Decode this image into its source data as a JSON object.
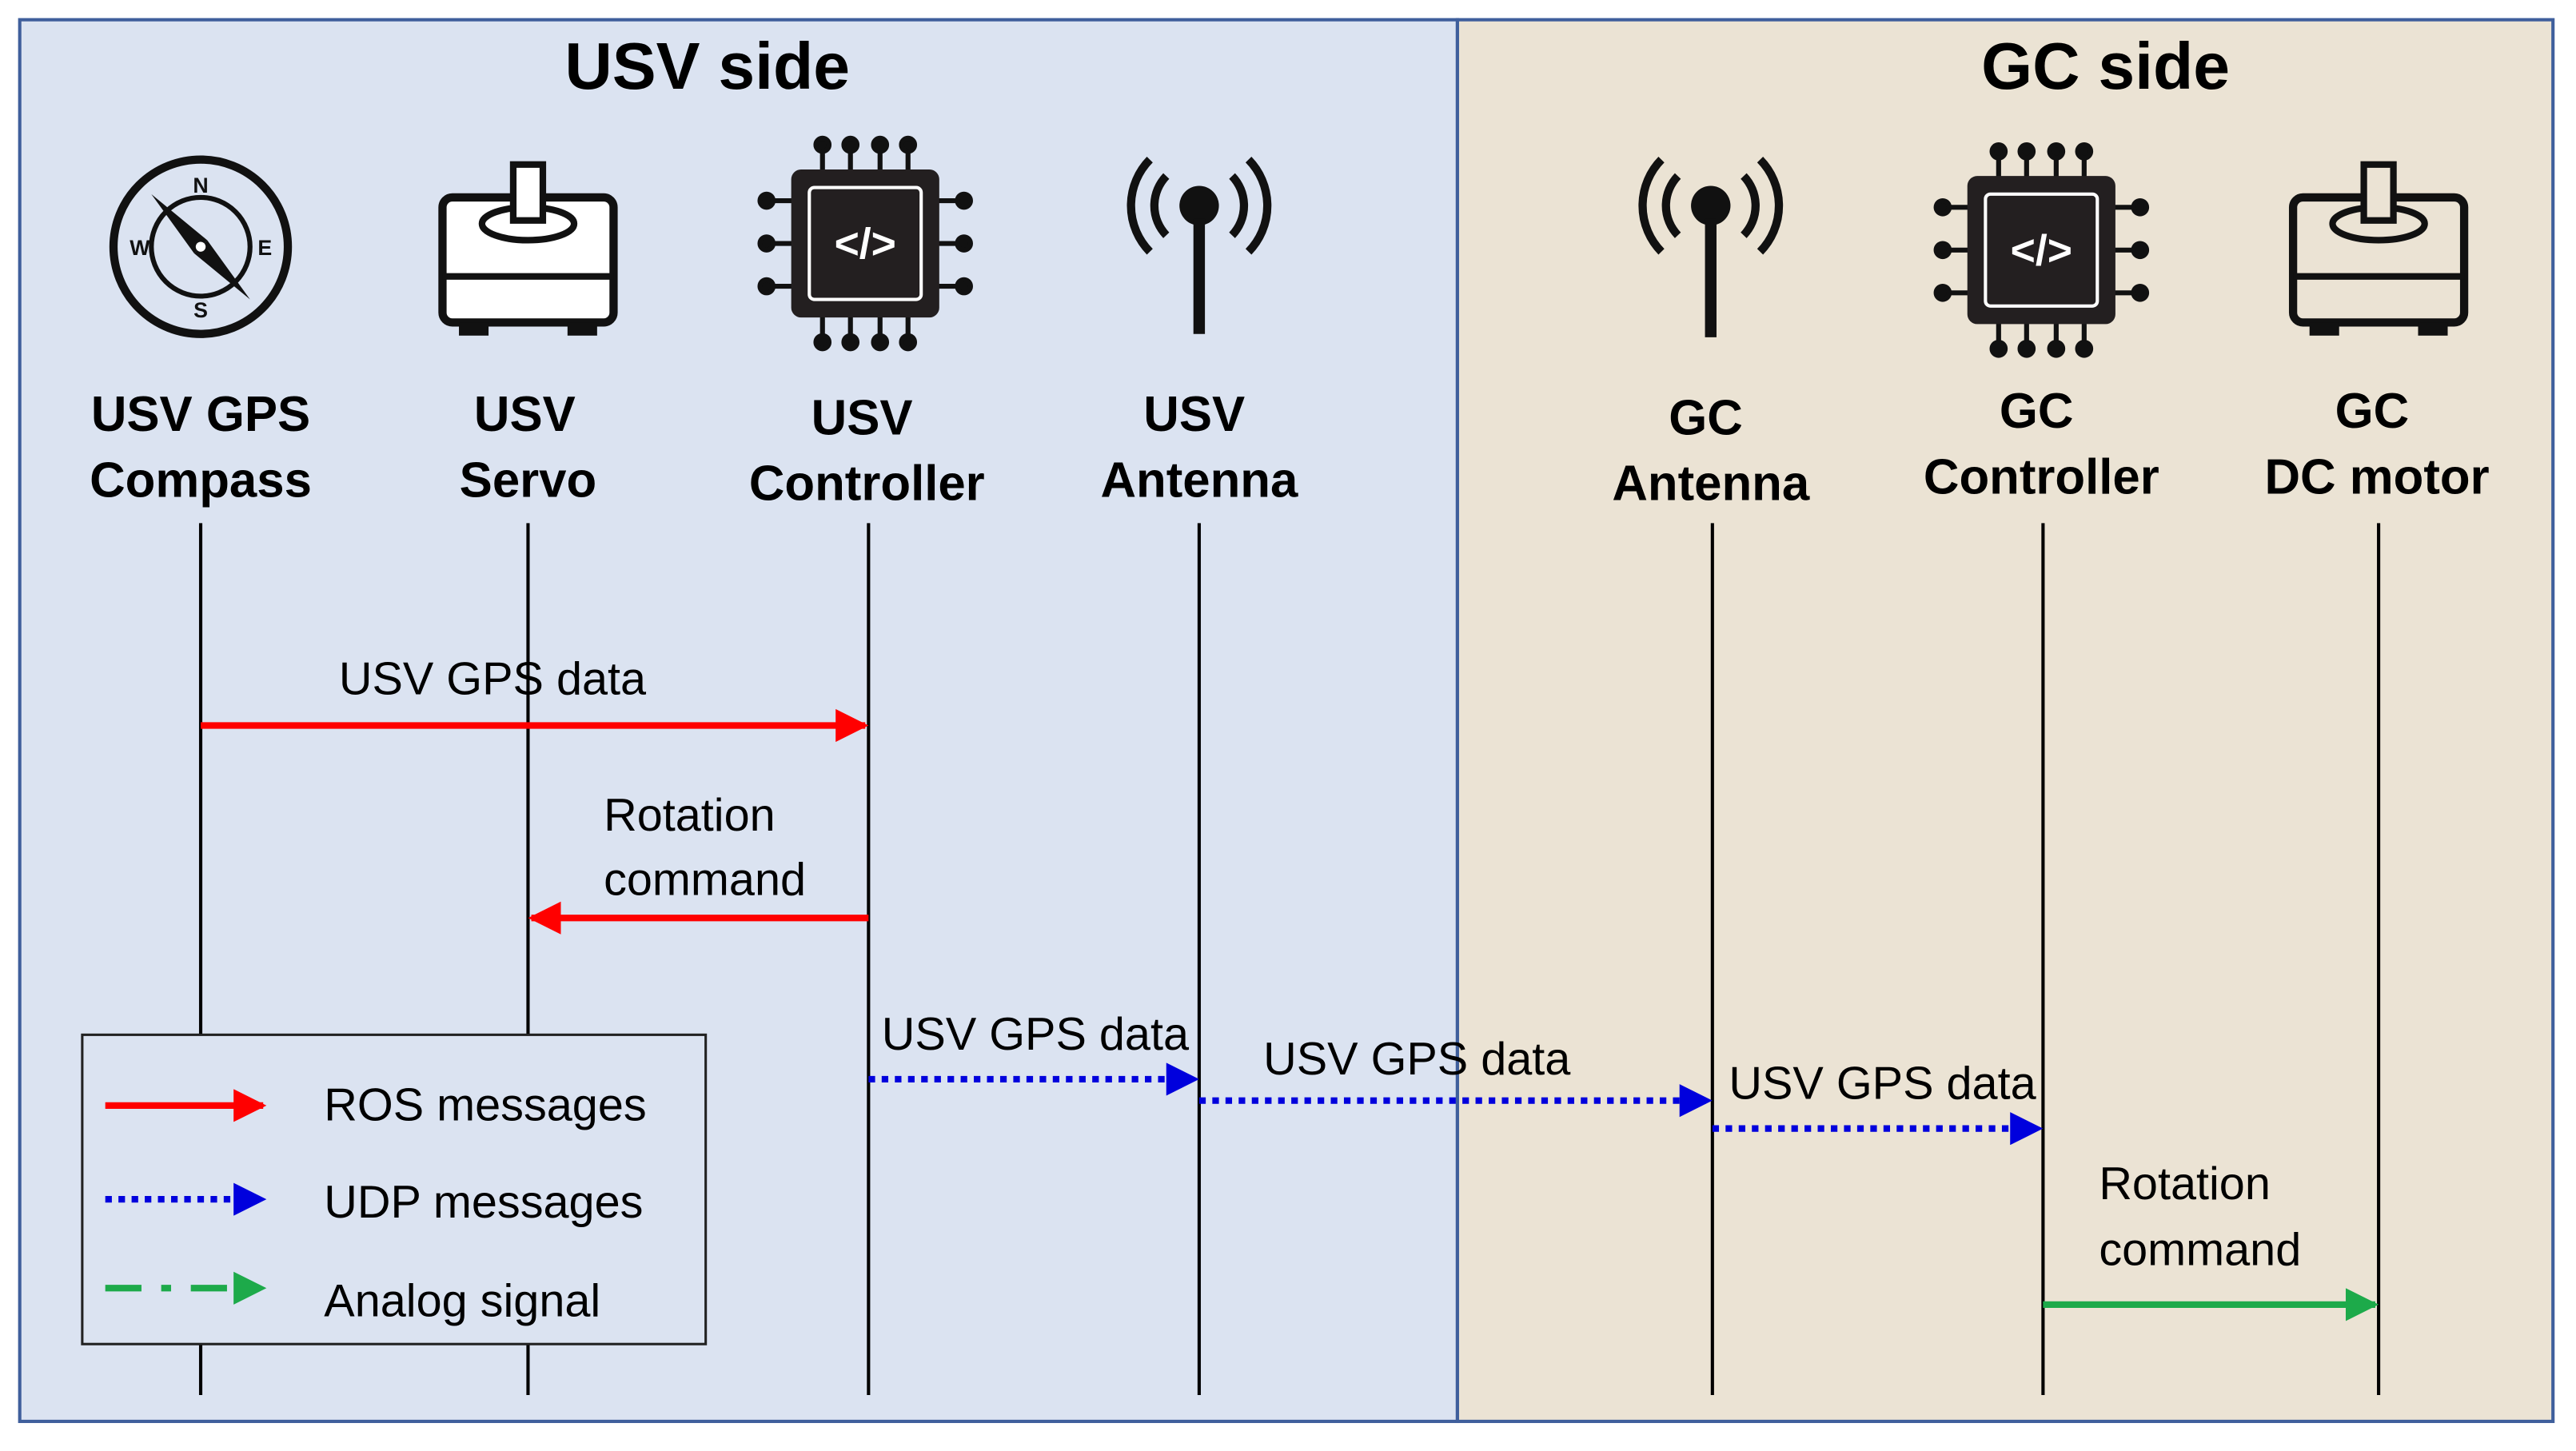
{
  "panels": {
    "usv": {
      "title": "USV side",
      "background": "#dbe3f1",
      "border": "#3f5f9c"
    },
    "gc": {
      "title": "GC side",
      "background": "#ebe3d4",
      "border": "#3f5f9c"
    }
  },
  "components": [
    {
      "id": "usv-gps",
      "icon": "compass-icon",
      "label_line1": "USV GPS",
      "label_line2": "Compass"
    },
    {
      "id": "usv-servo",
      "icon": "servo-motor-icon",
      "label_line1": "USV",
      "label_line2": "Servo"
    },
    {
      "id": "usv-controller",
      "icon": "microchip-icon",
      "label_line1": "USV",
      "label_line2": "Controller"
    },
    {
      "id": "usv-antenna",
      "icon": "antenna-icon",
      "label_line1": "USV",
      "label_line2": "Antenna"
    },
    {
      "id": "gc-antenna",
      "icon": "antenna-icon",
      "label_line1": "GC",
      "label_line2": "Antenna"
    },
    {
      "id": "gc-controller",
      "icon": "microchip-icon",
      "label_line1": "GC",
      "label_line2": "Controller"
    },
    {
      "id": "gc-motor",
      "icon": "dc-motor-icon",
      "label_line1": "GC",
      "label_line2": "DC motor"
    }
  ],
  "messages": [
    {
      "from": "usv-gps",
      "to": "usv-controller",
      "type": "ros",
      "label_line1": "USV GPS data",
      "label_line2": ""
    },
    {
      "from": "usv-controller",
      "to": "usv-servo",
      "type": "ros",
      "label_line1": "Rotation",
      "label_line2": "command"
    },
    {
      "from": "usv-controller",
      "to": "usv-antenna",
      "type": "udp",
      "label_line1": "USV GPS data",
      "label_line2": ""
    },
    {
      "from": "usv-antenna",
      "to": "gc-antenna",
      "type": "udp",
      "label_line1": "USV GPS data",
      "label_line2": ""
    },
    {
      "from": "gc-antenna",
      "to": "gc-controller",
      "type": "udp",
      "label_line1": "USV GPS data",
      "label_line2": ""
    },
    {
      "from": "gc-controller",
      "to": "gc-motor",
      "type": "analog",
      "label_line1": "Rotation",
      "label_line2": "command"
    }
  ],
  "legend": {
    "items": [
      {
        "type": "ros",
        "label": "ROS messages",
        "color": "#ff0000"
      },
      {
        "type": "udp",
        "label": "UDP messages",
        "color": "#0000dd"
      },
      {
        "type": "analog",
        "label": "Analog signal",
        "color": "#1daa4a"
      }
    ]
  },
  "colors": {
    "ros": "#ff0000",
    "udp": "#0000dd",
    "analog": "#1daa4a",
    "lifeline": "#000000"
  }
}
